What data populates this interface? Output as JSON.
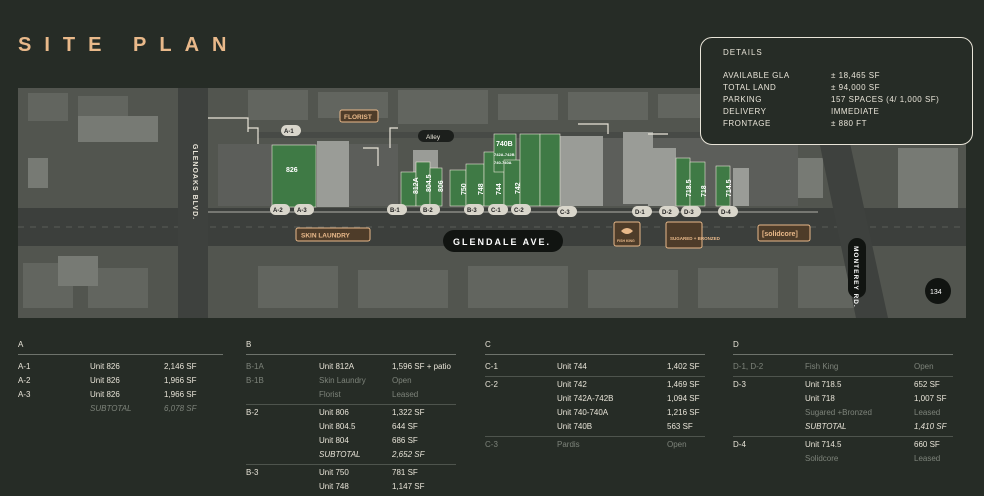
{
  "title": "SITE PLAN",
  "details": {
    "heading": "DETAILS",
    "rows": [
      {
        "k": "AVAILABLE GLA",
        "v": "± 18,465 SF"
      },
      {
        "k": "TOTAL LAND",
        "v": "± 94,000 SF"
      },
      {
        "k": "PARKING",
        "v": "157 SPACES (4/ 1,000 SF)"
      },
      {
        "k": "DELIVERY",
        "v": "IMMEDIATE"
      },
      {
        "k": "FRONTAGE",
        "v": "± 880 FT"
      }
    ]
  },
  "map": {
    "streets": {
      "main": "GLENDALE AVE.",
      "left": "GLENOAKS BLVD.",
      "right": "MONTEREY RD.",
      "alley": "Alley"
    },
    "route": "134",
    "tenants": {
      "florist": "FLORIST",
      "skin": "SKIN LAUNDRY",
      "sugared": "SUGARED + BRONZED",
      "solidcore": "[solidcore]",
      "fishking": "FISH KING"
    },
    "units": [
      "826",
      "812A",
      "804.5",
      "806",
      "750",
      "748",
      "744",
      "742",
      "740B",
      "742A-742B",
      "740-740A",
      "718.5",
      "718",
      "714.5"
    ],
    "pins": [
      "A-1",
      "A-2",
      "A-3",
      "B-1",
      "B-2",
      "B-3",
      "C-1",
      "C-2",
      "C-3",
      "D-1",
      "D-2",
      "D-3",
      "D-4"
    ]
  },
  "tables": {
    "A": {
      "head": "A",
      "rows": [
        [
          "A-1",
          "Unit 826",
          "2,146 SF"
        ],
        [
          "A-2",
          "Unit 826",
          "1,966 SF"
        ],
        [
          "A-3",
          "Unit 826",
          "1,966 SF"
        ],
        [
          "",
          "SUBTOTAL",
          "6,078 SF"
        ]
      ]
    },
    "B": {
      "head": "B",
      "rows": [
        [
          "B-1A",
          "Unit 812A",
          "1,596 SF + patio"
        ],
        [
          "B-1B",
          "Skin Laundry",
          "Open"
        ],
        [
          "",
          "Florist",
          "Leased"
        ],
        [
          "B-2",
          "Unit 806",
          "1,322 SF"
        ],
        [
          "",
          "Unit 804.5",
          "644 SF"
        ],
        [
          "",
          "Unit 804",
          "686 SF"
        ],
        [
          "",
          "SUBTOTAL",
          "2,652 SF"
        ],
        [
          "B-3",
          "Unit 750",
          "781 SF"
        ],
        [
          "",
          "Unit 748",
          "1,147 SF"
        ]
      ]
    },
    "C": {
      "head": "C",
      "rows": [
        [
          "C-1",
          "Unit 744",
          "1,402 SF"
        ],
        [
          "C-2",
          "Unit 742",
          "1,469 SF"
        ],
        [
          "",
          "Unit 742A-742B",
          "1,094 SF"
        ],
        [
          "",
          "Unit 740-740A",
          "1,216 SF"
        ],
        [
          "",
          "Unit 740B",
          "563 SF"
        ],
        [
          "C-3",
          "Pardis",
          "Open"
        ]
      ]
    },
    "D": {
      "head": "D",
      "rows": [
        [
          "D-1, D-2",
          "Fish King",
          "Open"
        ],
        [
          "D-3",
          "Unit 718.5",
          "652 SF"
        ],
        [
          "",
          "Unit 718",
          "1,007 SF"
        ],
        [
          "",
          "Sugared +Bronzed",
          "Leased"
        ],
        [
          "",
          "SUBTOTAL",
          "1,410 SF"
        ],
        [
          "D-4",
          "Unit 714.5",
          "660 SF"
        ],
        [
          "",
          "Solidcore",
          "Leased"
        ]
      ]
    }
  }
}
